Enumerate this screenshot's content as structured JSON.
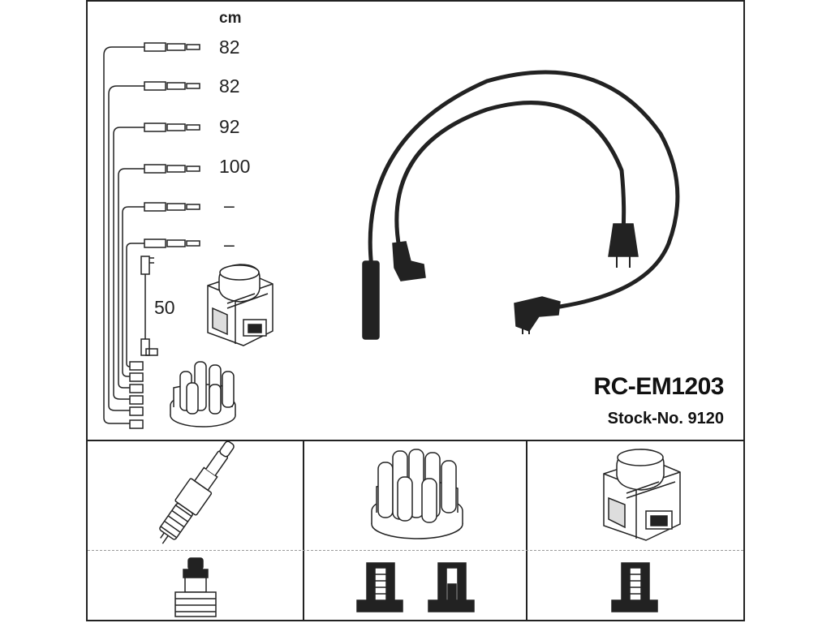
{
  "header": {
    "unit": "cm"
  },
  "cables": [
    {
      "length": "82"
    },
    {
      "length": "82"
    },
    {
      "length": "92"
    },
    {
      "length": "100"
    },
    {
      "length": "–"
    },
    {
      "length": "–"
    }
  ],
  "coil_cable": {
    "length": "50"
  },
  "product": {
    "code": "RC-EM1203",
    "stock_label": "Stock-No. 9120"
  },
  "icons": {
    "spark_plug": "spark-plug-icon",
    "distributor_cap": "distributor-cap-icon",
    "ignition_coil": "ignition-coil-icon",
    "plug_terminal": "plug-terminal-icon",
    "cap_terminal": "cap-terminal-icon",
    "coil_terminal": "coil-terminal-icon"
  },
  "colors": {
    "line": "#222222",
    "background": "#ffffff"
  }
}
